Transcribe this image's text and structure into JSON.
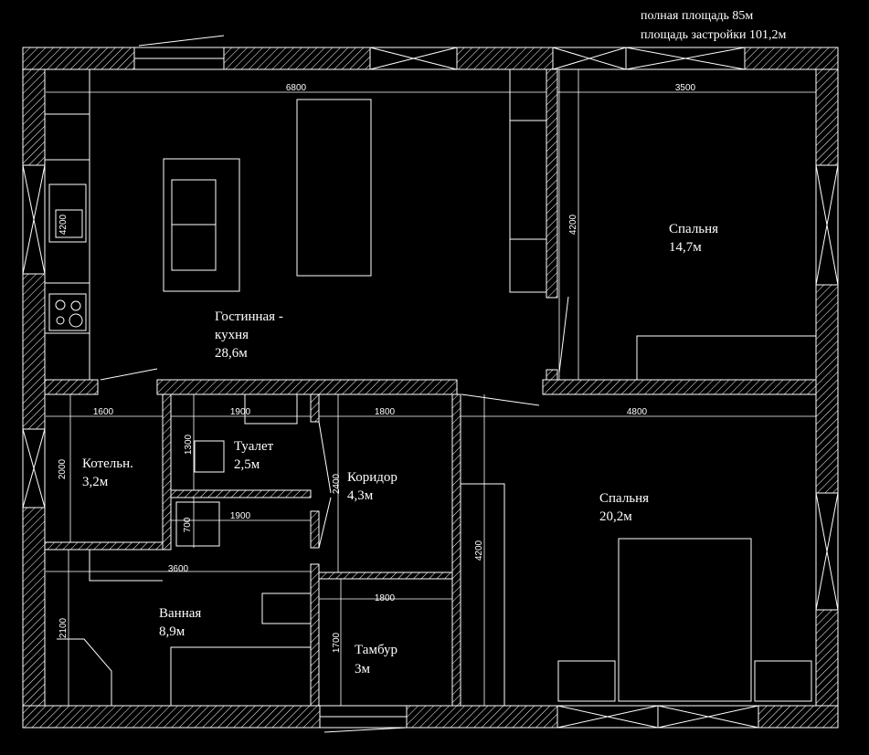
{
  "notes": {
    "total_area": "полная площадь 85м",
    "built_area": "площадь застройки 101,2м"
  },
  "rooms": {
    "living_kitchen": {
      "name_line1": "Гостинная -",
      "name_line2": "кухня",
      "area": "28,6м"
    },
    "bedroom_small": {
      "name": "Спальня",
      "area": "14,7м"
    },
    "bedroom_large": {
      "name": "Спальня",
      "area": "20,2м"
    },
    "boiler": {
      "name": "Котельн.",
      "area": "3,2м"
    },
    "toilet": {
      "name": "Туалет",
      "area": "2,5м"
    },
    "corridor": {
      "name": "Коридор",
      "area": "4,3м"
    },
    "bathroom": {
      "name": "Ванная",
      "area": "8,9м"
    },
    "vestibule": {
      "name": "Тамбур",
      "area": "3м"
    }
  },
  "dimensions": {
    "living_width": "6800",
    "bedroom_small_width": "3500",
    "kitchen_depth": "4200",
    "bedroom_small_depth": "4200",
    "boiler_width": "1600",
    "toilet_width": "1900",
    "corridor_width": "1800",
    "bedroom_large_width": "4800",
    "toilet_depth": "1300",
    "boiler_depth": "2000",
    "corridor_depth": "2400",
    "closet_depth": "700",
    "closet_width": "1900",
    "bedroom_large_depth": "4200",
    "bathroom_width": "3600",
    "vestibule_width": "1800",
    "bathroom_depth": "2100",
    "vestibule_depth": "1700"
  },
  "colors": {
    "background": "#000000",
    "lines": "#ffffff"
  }
}
